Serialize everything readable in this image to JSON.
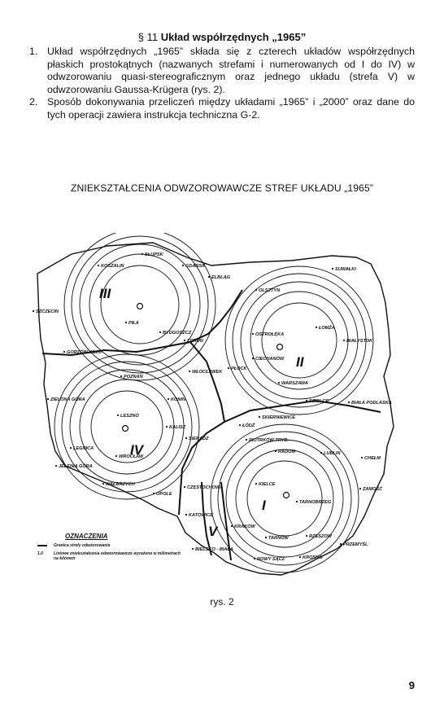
{
  "heading": {
    "section": "§ 11",
    "title": "Układ współrzędnych „1965”"
  },
  "items": [
    {
      "number": "1.",
      "text": "Układ współrzędnych „1965” składa się z czterech układów współrzędnych płaskich prostokątnych (nazwanych strefami i numerowanych od I do IV) w odwzorowaniu quasi-stereograficznym oraz jednego układu (strefa V) w odwzorowaniu Gaussa-Krügera (rys. 2)."
    },
    {
      "number": "2.",
      "text": "Sposób dokonywania przeliczeń między układami „1965” i „2000” oraz dane do tych operacji zawiera instrukcja techniczna G-2."
    }
  ],
  "map": {
    "title": "ZNIEKSZTAŁCENIA ODWZOROWAWCZE STREF UKŁADU „1965”",
    "zones": [
      "III",
      "II",
      "IV",
      "I",
      "V"
    ],
    "cities": [
      "SŁUPSK",
      "KOSZALIN",
      "GDAŃSK",
      "ELBLĄG",
      "SUWAŁKI",
      "OLSZTYN",
      "SZCZECIN",
      "PIŁA",
      "BYDGOSZCZ",
      "TORUŃ",
      "ŁOMŻA",
      "OSTROŁĘKA",
      "BIAŁYSTOK",
      "GORZÓW WLKP",
      "CIECHANÓW",
      "WŁOCŁAWEK",
      "PŁOCK",
      "POZNAŃ",
      "WARSZAWA",
      "KONIN",
      "SIEDLCE",
      "BIAŁA PODLASKA",
      "ZIELONA GÓRA",
      "LESZNO",
      "SKIERNIEWICE",
      "ŁÓDŹ",
      "KALISZ",
      "SIERADZ",
      "PIOTRKÓW TRYB.",
      "RADOM",
      "LUBLIN",
      "CHEŁM",
      "LEGNICA",
      "WROCŁAW",
      "JELENIA GÓRA",
      "WAŁBRZYCH",
      "KIELCE",
      "ZAMOŚĆ",
      "OPOLE",
      "CZĘSTOCHOWA",
      "TARNOBRZEG",
      "KATOWICE",
      "KRAKÓW",
      "TARNÓW",
      "RZESZÓW",
      "PRZEMYŚL",
      "KROSNO",
      "BIELSKO - BIAŁA",
      "NOWY SĄCZ"
    ]
  },
  "legend": {
    "title": "OZNACZENIA",
    "line1": "Granica strefy odwzorowania",
    "symbol2": "1.0",
    "line2": "Liniowe zniekształcenia odwzorowawcze wyrażone w milimetrach na kilometr"
  },
  "caption": "rys. 2",
  "page_number": "9"
}
